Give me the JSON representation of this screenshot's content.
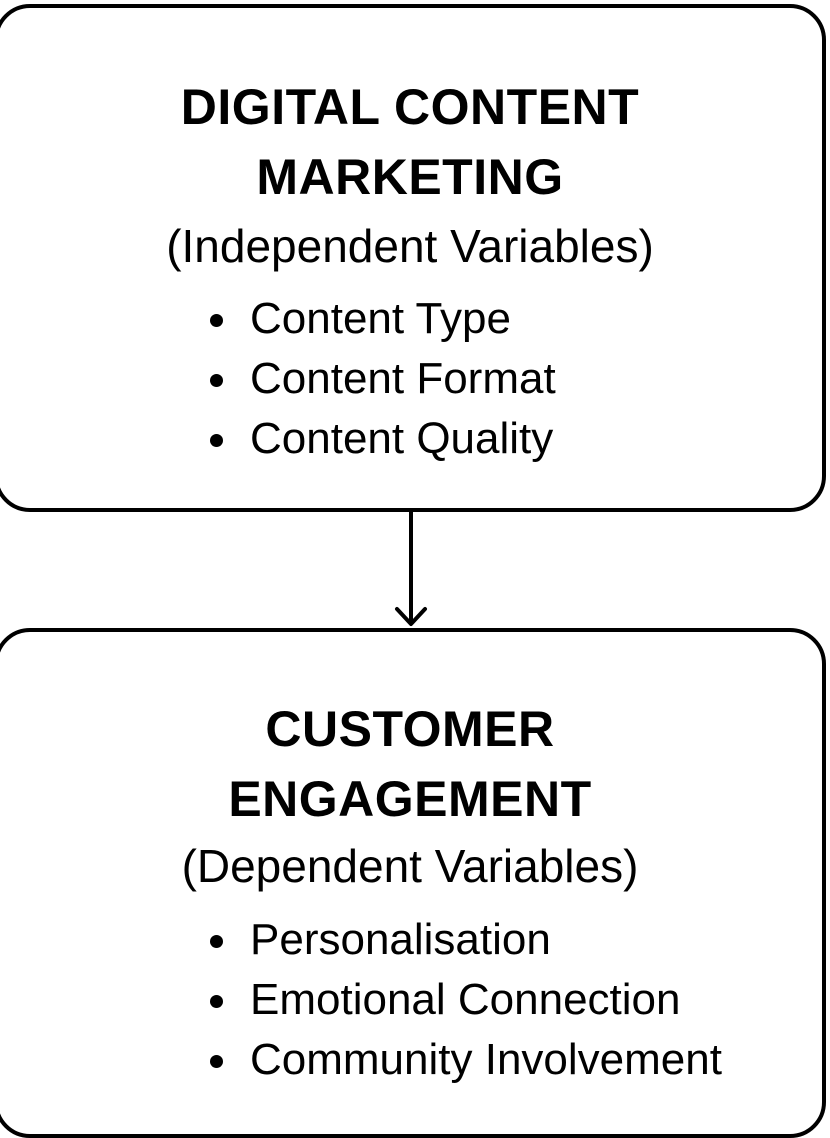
{
  "independent": {
    "title_line1": "DIGITAL CONTENT",
    "title_line2": "MARKETING",
    "subtitle": "(Independent Variables)",
    "items": [
      "Content Type",
      "Content Format",
      "Content Quality"
    ]
  },
  "dependent": {
    "title_line1": "CUSTOMER",
    "title_line2": "ENGAGEMENT",
    "subtitle": "(Dependent Variables)",
    "items": [
      "Personalisation",
      "Emotional Connection",
      "Community Involvement"
    ]
  },
  "colors": {
    "stroke": "#000000",
    "background": "#ffffff",
    "text": "#000000"
  }
}
